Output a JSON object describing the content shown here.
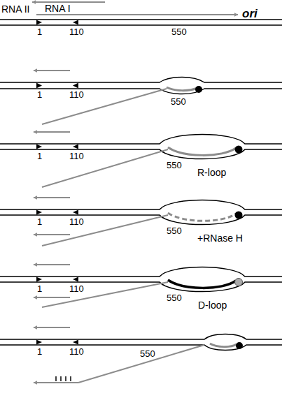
{
  "diagram": {
    "labels": [
      "RNA II",
      "RNA I",
      "ori",
      "1",
      "110",
      "550",
      "1",
      "110",
      "550",
      "1",
      "110",
      "550",
      "R-loop",
      "1",
      "110",
      "550",
      "+RNase H",
      "1",
      "110",
      "550",
      "D-loop",
      "1",
      "110",
      "550"
    ]
  }
}
